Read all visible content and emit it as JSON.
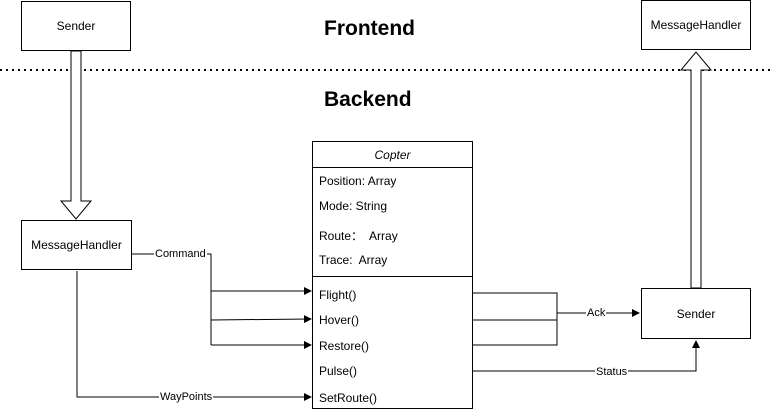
{
  "headings": {
    "frontend": "Frontend",
    "backend": "Backend"
  },
  "nodes": {
    "frontend_sender": "Sender",
    "frontend_message_handler": "MessageHandler",
    "backend_message_handler": "MessageHandler",
    "backend_sender": "Sender"
  },
  "copter": {
    "title": "Copter",
    "attributes": [
      "Position: Array",
      "Mode: String",
      "Route：  Array",
      "Trace:  Array"
    ],
    "methods": [
      "Flight()",
      "Hover()",
      "Restore()",
      "Pulse()",
      "SetRoute()"
    ]
  },
  "edge_labels": {
    "command": "Command",
    "waypoints": "WayPoints",
    "ack": "Ack",
    "status": "Status"
  }
}
